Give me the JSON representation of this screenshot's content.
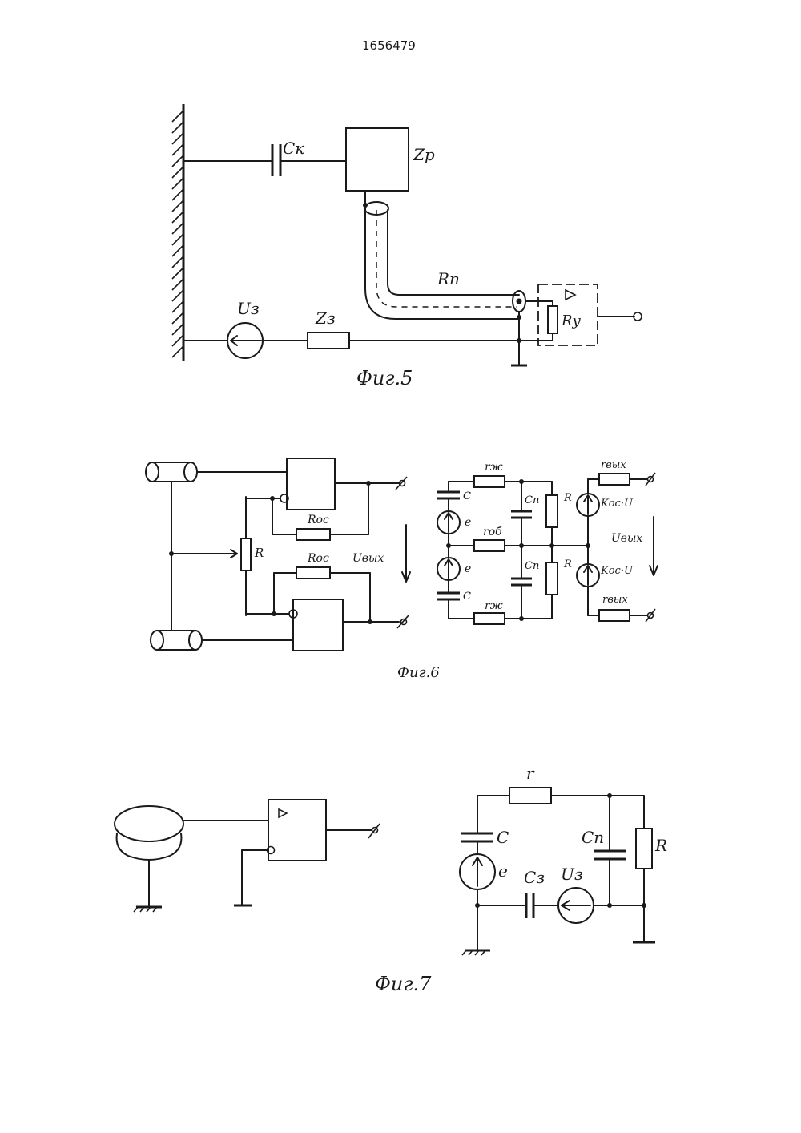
{
  "patent_number": "1656479",
  "fig5": {
    "caption": "Фиг.5",
    "labels": {
      "ck": "Cк",
      "zp": "Zр",
      "rp": "Rп",
      "ry": "Rу",
      "u3": "Uз",
      "z3": "Zз"
    }
  },
  "fig6": {
    "caption": "Фиг.6",
    "labels": {
      "r": "R",
      "roc_top": "Rос",
      "roc_bottom": "Rос",
      "uvyx_left": "Uвых",
      "r_zh_top": "rж",
      "c_top": "C",
      "cp_top": "Cп",
      "r_top": "R",
      "r_out_top": "rвых",
      "e_top": "e",
      "r_ob": "rоб",
      "koc_top": "Kос·U",
      "uvyx_right": "Uвых",
      "e_bottom": "e",
      "cp_bottom": "Cп",
      "r_bottom": "R",
      "koc_bottom": "Kос·U",
      "c_bottom": "C",
      "r_zh_bottom": "rж",
      "r_out_bottom": "rвых"
    }
  },
  "fig7": {
    "caption": "Фиг.7",
    "labels": {
      "r": "r",
      "c": "C",
      "cp": "Cп",
      "r_big": "R",
      "e": "e",
      "c3": "Cз",
      "u3": "Uз"
    }
  }
}
